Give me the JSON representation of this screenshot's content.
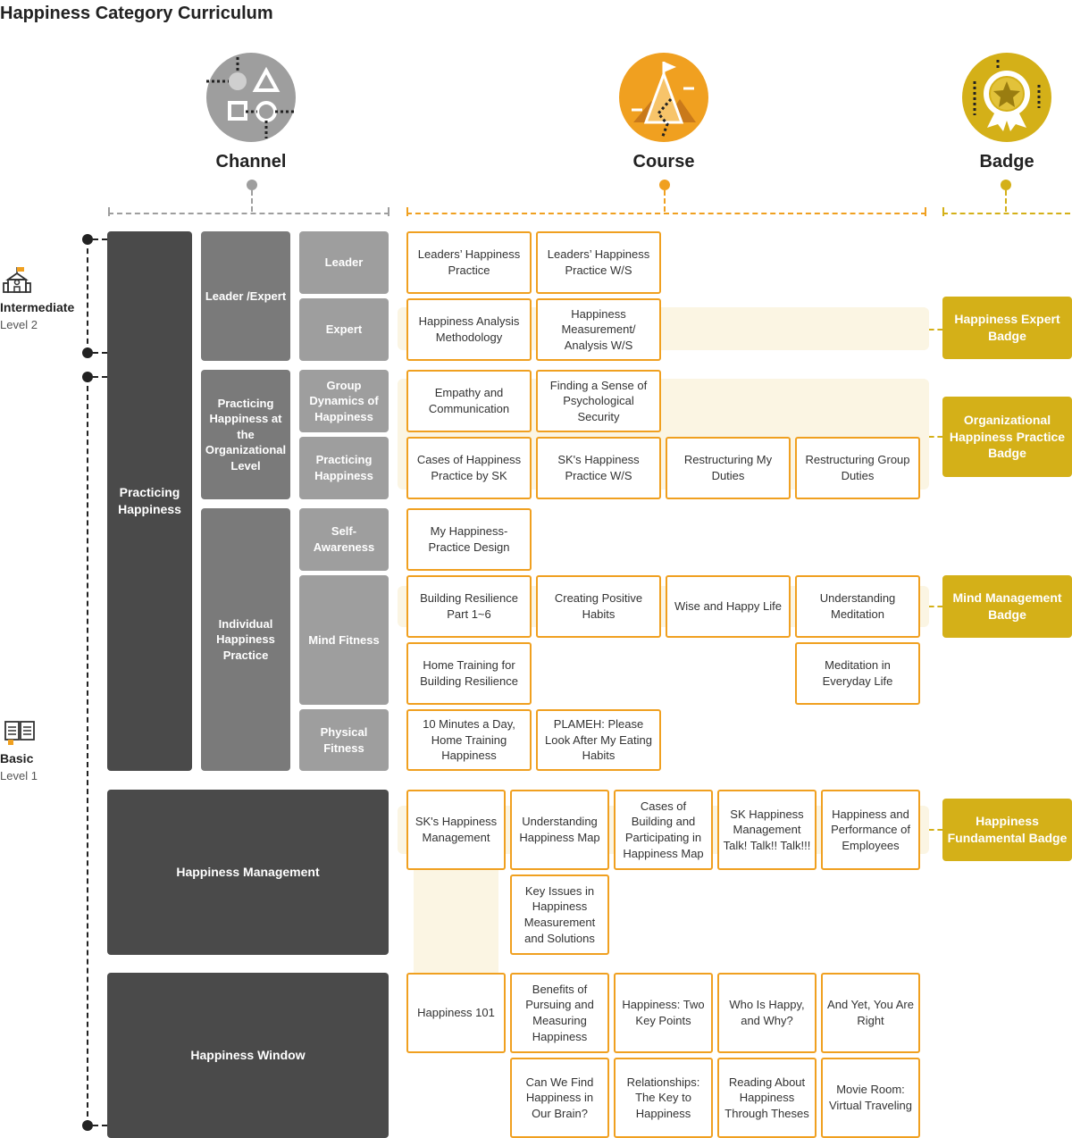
{
  "title": "Happiness Category Curriculum",
  "columns": {
    "channel": "Channel",
    "course": "Course",
    "badge": "Badge"
  },
  "levels": {
    "intermediate": {
      "name": "Intermediate",
      "sub": "Level 2"
    },
    "basic": {
      "name": "Basic",
      "sub": "Level 1"
    }
  },
  "channels": {
    "practicing": "Practicing Happiness",
    "leader_expert": "Leader /Expert",
    "org_level": "Practicing Happiness at the Organizational Level",
    "individual": "Individual Happiness Practice",
    "leader": "Leader",
    "expert": "Expert",
    "group_dynamics": "Group Dynamics of Happiness",
    "practicing_sub": "Practicing Happiness",
    "self_awareness": "Self-Awareness",
    "mind_fitness": "Mind Fitness",
    "physical_fitness": "Physical Fitness",
    "management": "Happiness Management",
    "window": "Happiness Window"
  },
  "courses": {
    "leaders_practice": "Leaders’ Happiness Practice",
    "leaders_ws": "Leaders’ Happiness Practice W/S",
    "analysis_method": "Happiness Analysis Methodology",
    "measurement_ws": "Happiness Measurement/ Analysis W/S",
    "empathy": "Empathy and Communication",
    "psych_security": "Finding a Sense of Psychological Security",
    "cases_sk": "Cases of Happiness Practice by SK",
    "sk_ws": "SK's Happiness Practice W/S",
    "restructuring_my": "Restructuring My Duties",
    "restructuring_group": "Restructuring Group Duties",
    "practice_design": "My Happiness-Practice Design",
    "resilience": "Building Resilience Part 1~6",
    "positive_habits": "Creating Positive Habits",
    "wise_life": "Wise and Happy Life",
    "understanding_meditation": "Understanding Meditation",
    "home_training_resilience": "Home Training for Building Resilience",
    "meditation_everyday": "Meditation in Everyday Life",
    "ten_minutes": "10 Minutes a Day, Home Training Happiness",
    "plameh": "PLAMEH: Please Look After My Eating Habits",
    "sk_management": "SK's Happiness Management",
    "happiness_map": "Understanding Happiness Map",
    "cases_map": "Cases of Building and Participating in Happiness Map",
    "talk": "SK Happiness Management Talk! Talk!! Talk!!!",
    "performance": "Happiness and Performance of Employees",
    "key_issues": "Key Issues in Happiness Measurement and Solutions",
    "h101": "Happiness 101",
    "benefits": "Benefits of Pursuing and Measuring Happiness",
    "two_points": "Happiness: Two Key Points",
    "who_is_happy": "Who Is Happy, and Why?",
    "you_are_right": "And Yet, You Are Right",
    "brain": "Can We Find Happiness in Our Brain?",
    "relationships": "Relationships: The Key to Happiness",
    "theses": "Reading About Happiness Through Theses",
    "movie_room": "Movie Room: Virtual Traveling"
  },
  "badges": {
    "expert": "Happiness Expert Badge",
    "org": "Organizational Happiness Practice Badge",
    "mind": "Mind Management Badge",
    "fundamental": "Happiness Fundamental Badge"
  },
  "colors": {
    "channel_gray": "#9e9e9e",
    "course_orange": "#f0a020",
    "badge_gold": "#d4b018",
    "dark_box": "#4a4a4a",
    "band": "#fbf5e3"
  },
  "icons": {
    "channel": "shapes-icon",
    "course": "mountain-flag-icon",
    "badge": "award-medal-icon",
    "intermediate": "school-building-icon",
    "basic": "open-book-icon"
  }
}
